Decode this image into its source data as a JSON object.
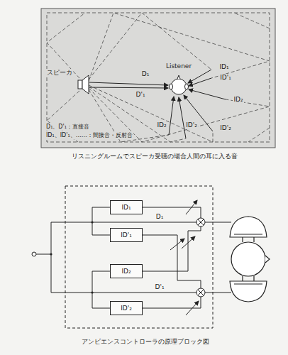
{
  "diagram": {
    "caption": "アンビエンスコントローラの原理ブロック図",
    "nodes": [
      {
        "text": [
          "ID₁"
        ]
      },
      {
        "text": [
          "ID'₁"
        ]
      },
      {
        "text": [
          "ID₂"
        ]
      },
      {
        "text": [
          "ID'₂"
        ]
      }
    ],
    "labels": [
      "スピーカ",
      "Listener",
      "D₁",
      "D'₁",
      "ID₁",
      "ID'₁",
      "ID₂",
      "ID₂",
      "ID'₂",
      "ID'₂",
      "D₁、D'₁：直接音",
      "ID₁、ID'₁、……：間接音・反射音",
      "リスニングルームでスピーカ受聴の場合人間の耳に入る音",
      "D₁",
      "D'₁"
    ]
  }
}
